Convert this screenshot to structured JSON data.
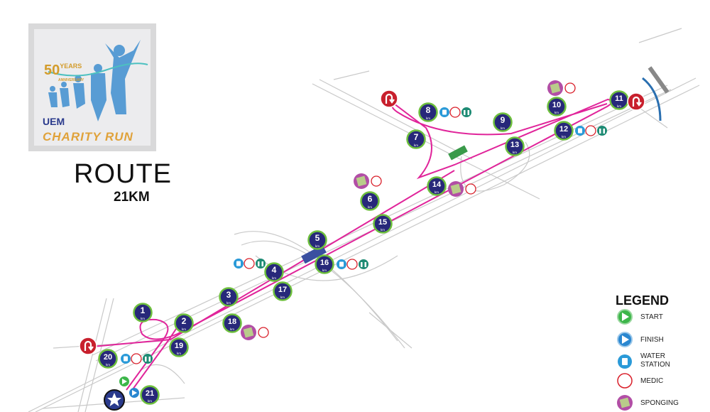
{
  "logo": {
    "years": "50",
    "years_word": "YEARS",
    "anniversary": "ANNIVERSARY",
    "brand": "UEM",
    "event": "CHARITY RUN"
  },
  "title": {
    "route": "ROUTE",
    "distance": "21KM"
  },
  "km_unit": "km",
  "km_markers": [
    "1",
    "2",
    "3",
    "4",
    "5",
    "6",
    "7",
    "8",
    "9",
    "10",
    "11",
    "12",
    "13",
    "14",
    "15",
    "16",
    "17",
    "18",
    "19",
    "20",
    "21"
  ],
  "legend": {
    "title": "LEGEND",
    "items": [
      {
        "label": "START",
        "icon": "start-icon",
        "color": "#3db64a"
      },
      {
        "label": "FINISH",
        "icon": "finish-icon",
        "color": "#2a87d0"
      },
      {
        "label": "WATER STATION",
        "line1": "WATER",
        "line2": "STATION",
        "icon": "water-icon",
        "color": "#2a9ad8"
      },
      {
        "label": "MEDIC",
        "icon": "medic-icon",
        "color": "#d91f2a"
      },
      {
        "label": "SPONGING",
        "icon": "sponging-icon",
        "color": "#b24ea6"
      }
    ]
  },
  "colors": {
    "route": "#e0249a",
    "km_fill": "#27287a",
    "km_ring": "#6dbf3c",
    "uturn": "#c8202d",
    "toilet": "#1e8b74",
    "road": "#c8c8c8"
  }
}
